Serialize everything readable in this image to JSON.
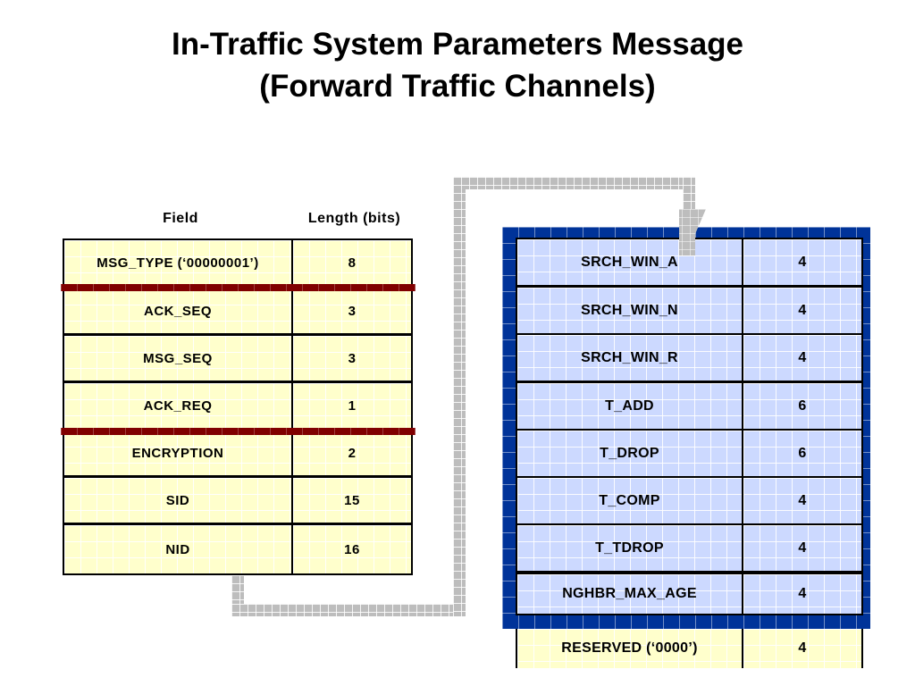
{
  "title": {
    "line1": "In-Traffic System Parameters Message",
    "line2": "(Forward Traffic Channels)"
  },
  "headers": {
    "field": "Field",
    "length": "Length (bits)"
  },
  "left_rows": [
    {
      "field": "MSG_TYPE (‘00000001’)",
      "length": "8"
    },
    {
      "field": "ACK_SEQ",
      "length": "3"
    },
    {
      "field": "MSG_SEQ",
      "length": "3"
    },
    {
      "field": "ACK_REQ",
      "length": "1"
    },
    {
      "field": "ENCRYPTION",
      "length": "2"
    },
    {
      "field": "SID",
      "length": "15"
    },
    {
      "field": "NID",
      "length": "16"
    }
  ],
  "right_rows": [
    {
      "field": "SRCH_WIN_A",
      "length": "4"
    },
    {
      "field": "SRCH_WIN_N",
      "length": "4"
    },
    {
      "field": "SRCH_WIN_R",
      "length": "4"
    },
    {
      "field": "T_ADD",
      "length": "6"
    },
    {
      "field": "T_DROP",
      "length": "6"
    },
    {
      "field": "T_COMP",
      "length": "4"
    },
    {
      "field": "T_TDROP",
      "length": "4"
    },
    {
      "field": "NGHBR_MAX_AGE",
      "length": "4"
    }
  ],
  "reserved_row": {
    "field": "RESERVED (‘0000’)",
    "length": "4"
  },
  "colors": {
    "header_block_fill": "#ffffcc",
    "extension_block_fill": "#ccd9ff",
    "extension_frame": "#003399",
    "divider": "#800000",
    "connector": "#bdbdbd"
  }
}
